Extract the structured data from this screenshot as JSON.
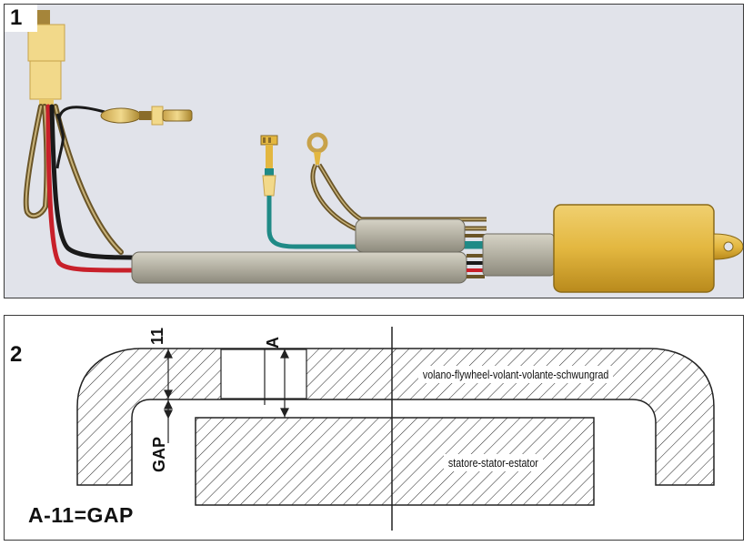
{
  "panel1": {
    "number": "1"
  },
  "panel2": {
    "number": "2",
    "flywheel_label": "volano-flywheel-volant-volante-schwungrad",
    "stator_label": "statore-stator-estator",
    "dimension_11": "11",
    "dimension_a": "A",
    "dimension_gap": "GAP",
    "formula": "A-11=GAP"
  },
  "colors": {
    "panel1_background": "#e1e3ea",
    "connector_yellow": "#f2d98a",
    "module_gold": "#e3b740",
    "sleeve_grey": "#b3b0a2",
    "wire_red": "#c8202a",
    "wire_black": "#1a1a1a",
    "wire_brown": "#6a5528",
    "wire_teal": "#1f8a86"
  }
}
